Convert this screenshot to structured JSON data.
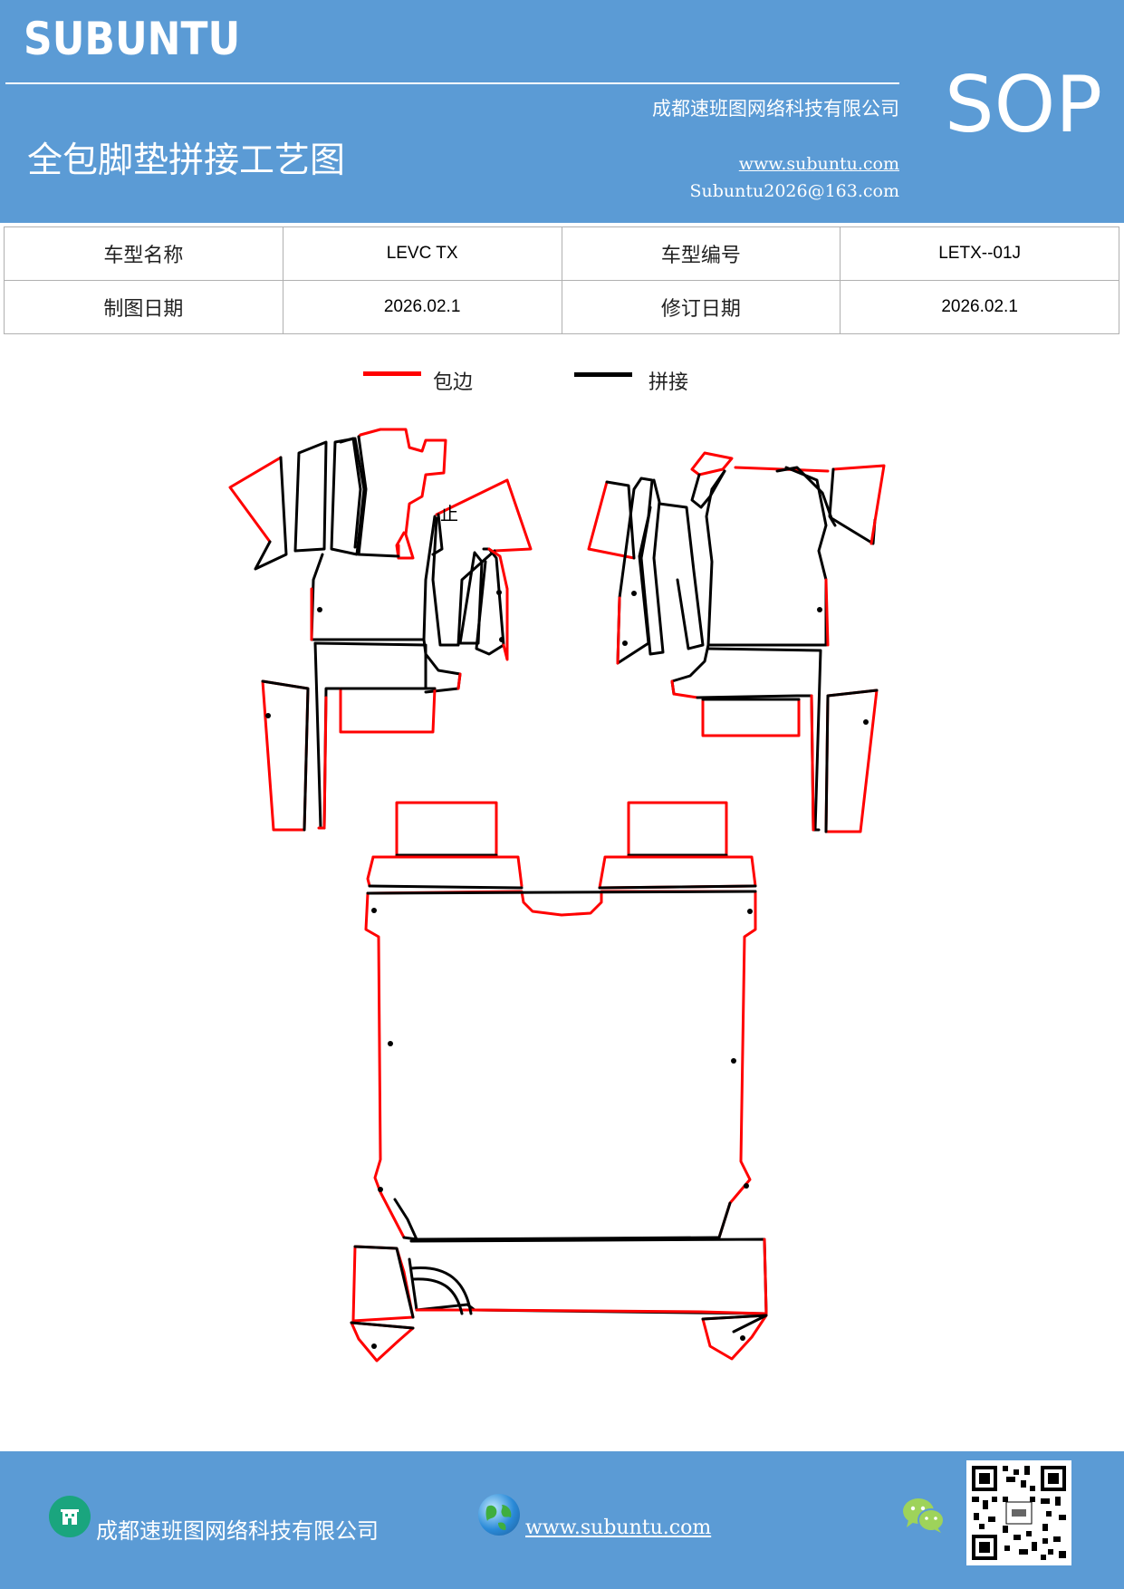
{
  "header": {
    "brand": "SUBUNTU",
    "company": "成都速班图网络科技有限公司",
    "title": "全包脚垫拼接工艺图",
    "sop": "SOP",
    "website": "www.subuntu.com",
    "email": "Subuntu2026@163.com",
    "background_color": "#5b9bd5"
  },
  "info_table": {
    "rows": [
      [
        {
          "label": "车型名称"
        },
        {
          "value": "LEVC TX"
        },
        {
          "label": "车型编号"
        },
        {
          "value": "LETX--01J"
        }
      ],
      [
        {
          "label": "制图日期"
        },
        {
          "value": "2026.02.1"
        },
        {
          "label": "修订日期"
        },
        {
          "value": "2026.02.1"
        }
      ]
    ]
  },
  "legend": {
    "items": [
      {
        "label": "包边",
        "color": "#ff0000"
      },
      {
        "label": "拼接",
        "color": "#000000"
      }
    ]
  },
  "diagram": {
    "mark_text": "止",
    "edge_color": "#ff0000",
    "seam_color": "#000000"
  },
  "footer": {
    "company": "成都速班图网络科技有限公司",
    "website": "www.subuntu.com",
    "icons": [
      "building-icon",
      "globe-icon",
      "wechat-icon",
      "qr-code"
    ]
  }
}
